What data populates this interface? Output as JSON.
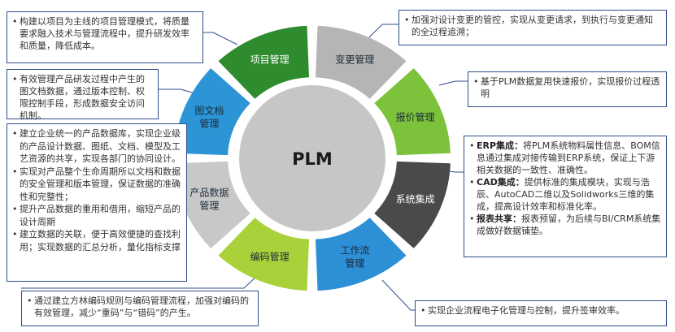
{
  "center": "PLM",
  "segments": [
    {
      "lines": [
        "项目管理"
      ],
      "color": "#2e8b2e"
    },
    {
      "lines": [
        "变更管理"
      ],
      "color": "#b5b5b5"
    },
    {
      "lines": [
        "报价管理"
      ],
      "color": "#7cc23a"
    },
    {
      "lines": [
        "系统集成"
      ],
      "color": "#4a4a4a"
    },
    {
      "lines": [
        "工作流",
        "管理"
      ],
      "color": "#2d8fd6"
    },
    {
      "lines": [
        "编码管理"
      ],
      "color": "#a9d23a"
    },
    {
      "lines": [
        "产品数据",
        "管理"
      ],
      "color": "#c8c8c8"
    },
    {
      "lines": [
        "图文档",
        "管理"
      ],
      "color": "#2b95d6"
    }
  ],
  "boxes": {
    "project": [
      "构建以项目为主线的项目管理模式，将质量要求融入技术与管理流程中，提升研发效率和质量，降低成本。"
    ],
    "doc": [
      "有效管理产品研发过程中产生的图文档数据，通过版本控制、权限控制手段，形成数据安全访问机制。"
    ],
    "pdm": [
      "建立企业统一的产品数据库，实现企业级的产品设计数据、图纸、文档、模型及工艺资源的共享，实现各部门的协同设计。",
      "实现对产品整个生命周期所以文档和数据的安全管理和版本管理，保证数据的准确性和完整性；",
      "提升产品数据的重用和借用，缩短产品的设计周期",
      "建立数据的关联，便于高效便捷的查找利用；实现数据的汇总分析，量化指标支撑"
    ],
    "coding": [
      "通过建立方林编码规则与编码管理流程，加强对编码的有效管理，减少“重码”与“错码”的产生。"
    ],
    "change": [
      "加强对设计变更的管控，实现从变更请求，到执行与变更通知的全过程追溯；"
    ],
    "quote": [
      "基于PLM数据复用快速报价，实现报价过程透明"
    ],
    "integration": [
      {
        "title": "ERP集成：",
        "text": "将PLM系统物料属性信息、BOM信息通过集成对接传输到ERP系统，保证上下游相关数据的一致性、准确性。"
      },
      {
        "title": "CAD集成：",
        "text": "提供标准的集成模块，实现与浩辰、AutoCAD二维以及Solidworks三维的集成，提高设计效率和标准化率。"
      },
      {
        "title": "报表共享：",
        "text": "报表预留，为后续与BI/CRM系统集成做好数据铺垫。"
      }
    ],
    "workflow": [
      "实现企业流程电子化管理与控制，提升签审效率。"
    ]
  }
}
